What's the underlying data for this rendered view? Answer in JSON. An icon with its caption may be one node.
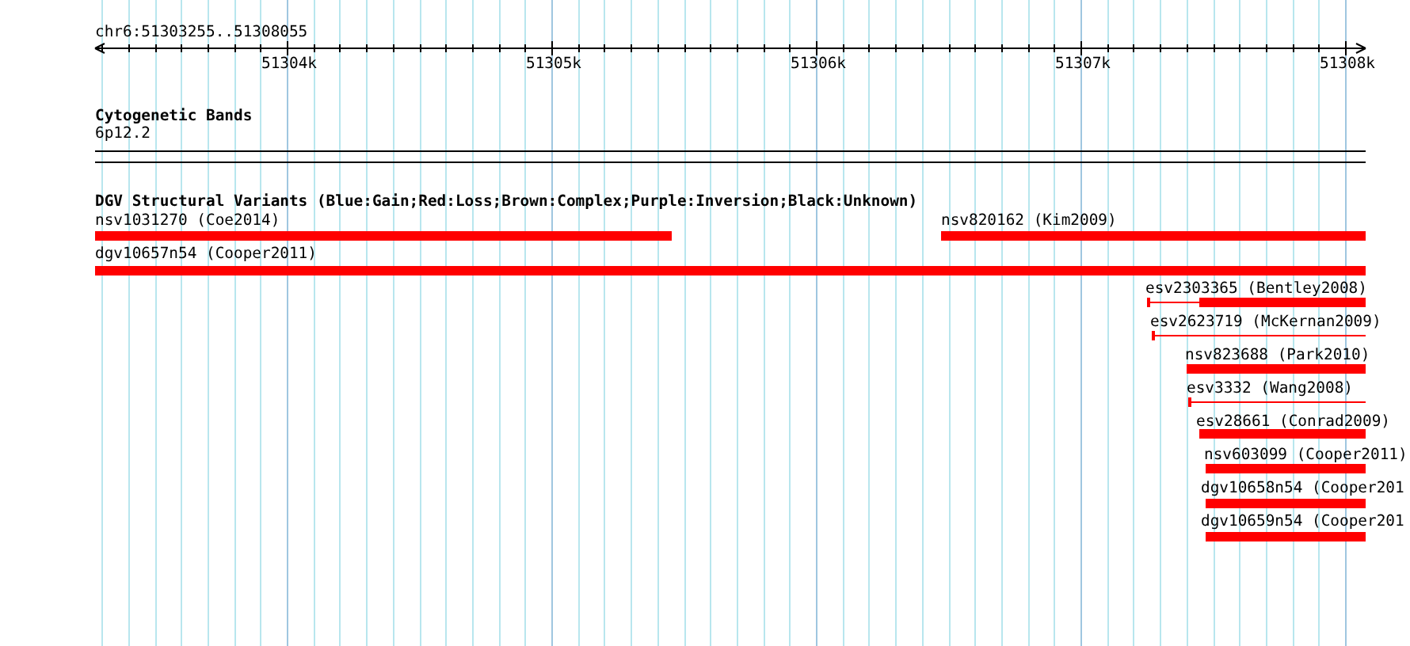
{
  "diagram": {
    "title": "chr6:51303255..51308055",
    "labels": [
      "51304k",
      "51305k",
      "51306k",
      "51307k",
      "51308k",
      "Cytogenetic Bands",
      "6p12.2",
      "DGV Structural Variants (Blue:Gain;Red:Loss;Brown:Complex;Purple:Inversion;Black:Unknown)",
      "nsv1031270 (Coe2014)",
      "nsv820162 (Kim2009)",
      "dgv10657n54 (Cooper2011)",
      "esv2303365 (Bentley2008)",
      "esv2623719 (McKernan2009)",
      "nsv823688 (Park2010)",
      "esv3332 (Wang2008)",
      "esv28661 (Conrad2009)",
      "nsv603099 (Cooper2011)",
      "dgv10658n54 (Cooper201",
      "dgv10659n54 (Cooper201"
    ]
  }
}
